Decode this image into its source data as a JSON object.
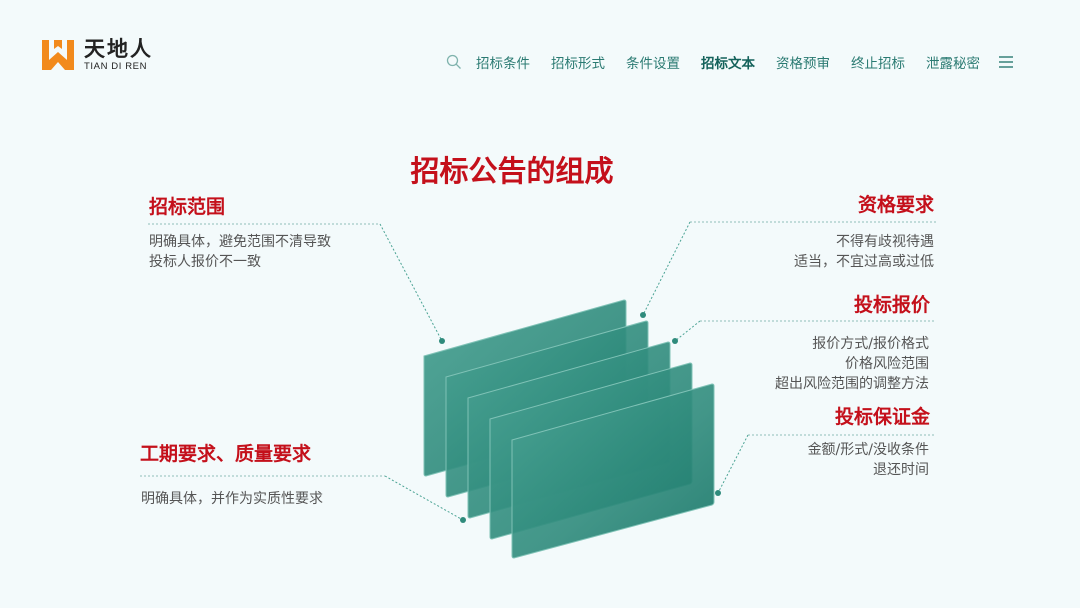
{
  "brand": {
    "cn": "天地人",
    "en": "TIAN DI REN",
    "color": "#f28a1c"
  },
  "nav": {
    "items": [
      "招标条件",
      "招标形式",
      "条件设置",
      "招标文本",
      "资格预审",
      "终止招标",
      "泄露秘密"
    ],
    "active_index": 3
  },
  "title": "招标公告的组成",
  "sections": {
    "scope": {
      "title": "招标范围",
      "lines": [
        "明确具体，避免范围不清导致",
        "投标人报价不一致"
      ]
    },
    "period": {
      "title": "工期要求、质量要求",
      "lines": [
        "明确具体，并作为实质性要求"
      ]
    },
    "qualification": {
      "title": "资格要求",
      "lines": [
        "不得有歧视待遇",
        "适当，不宜过高或过低"
      ]
    },
    "quotation": {
      "title": "投标报价",
      "lines": [
        "报价方式/报价格式",
        "价格风险范围",
        "超出风险范围的调整方法"
      ]
    },
    "bond": {
      "title": "投标保证金",
      "lines": [
        "金额/形式/没收条件",
        "退还时间"
      ]
    }
  },
  "colors": {
    "accent": "#c4101b",
    "teal": "#2a7a72",
    "panel": "#4ba394"
  }
}
